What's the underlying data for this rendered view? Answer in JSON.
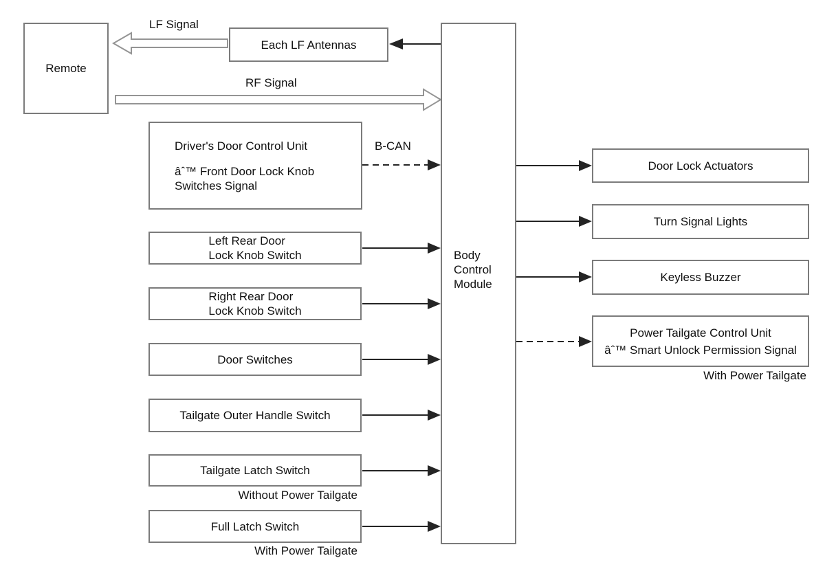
{
  "colors": {
    "background": "#ffffff",
    "box_border": "#7b7b7b",
    "arrow": "#242424",
    "hollow_arrow_border": "#949494",
    "text": "#101010"
  },
  "nodes": {
    "remote": {
      "label": "Remote"
    },
    "each_lf_antennas": {
      "label": "Each LF Antennas"
    },
    "drivers_door_control_unit": {
      "line1": "Driver's Door Control Unit",
      "line2": "âˆ™ Front Door Lock Knob Switches Signal"
    },
    "left_rear_door": {
      "line1": "Left Rear Door",
      "line2": "Lock Knob Switch"
    },
    "right_rear_door": {
      "line1": "Right Rear Door",
      "line2": "Lock Knob Switch"
    },
    "door_switches": {
      "label": "Door Switches"
    },
    "tailgate_outer_handle_switch": {
      "label": "Tailgate Outer Handle Switch"
    },
    "tailgate_latch_switch": {
      "label": "Tailgate Latch Switch",
      "caption": "Without Power Tailgate"
    },
    "full_latch_switch": {
      "label": "Full Latch Switch",
      "caption": "With Power Tailgate"
    },
    "body_control_module": {
      "line1": "Body",
      "line2": "Control",
      "line3": "Module"
    },
    "door_lock_actuators": {
      "label": "Door Lock Actuators"
    },
    "turn_signal_lights": {
      "label": "Turn Signal Lights"
    },
    "keyless_buzzer": {
      "label": "Keyless Buzzer"
    },
    "power_tailgate_control_unit": {
      "line1": "Power Tailgate Control Unit",
      "line2": "âˆ™ Smart Unlock Permission Signal",
      "caption": "With Power Tailgate"
    }
  },
  "signal_labels": {
    "lf_signal": "LF Signal",
    "rf_signal": "RF Signal",
    "b_can": "B-CAN"
  }
}
